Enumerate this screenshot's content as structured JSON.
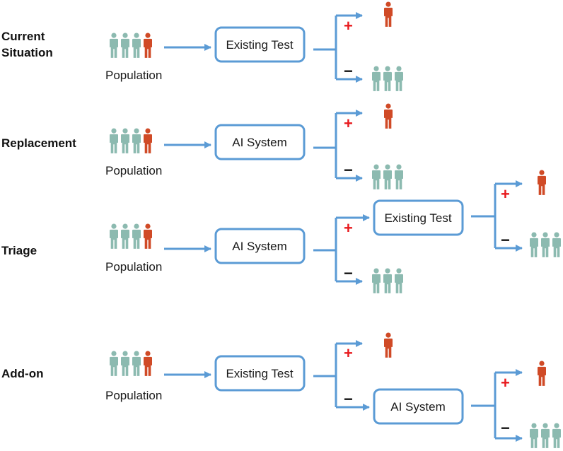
{
  "colors": {
    "arrow": "#5b9bd5",
    "box_stroke": "#5b9bd5",
    "healthy_person": "#8cbab0",
    "diseased_person": "#d04a26",
    "plus_sign": "#e8191d",
    "minus_sign": "#111111"
  },
  "icons": {
    "person": "person-icon"
  },
  "rows": [
    {
      "label_lines": [
        "Current",
        "Situation"
      ],
      "population_label": "Population",
      "first_box": "Existing Test",
      "second_box": ""
    },
    {
      "label_lines": [
        "Replacement"
      ],
      "population_label": "Population",
      "first_box": "AI System",
      "second_box": ""
    },
    {
      "label_lines": [
        "Triage"
      ],
      "population_label": "Population",
      "first_box": "AI System",
      "second_box": "Existing Test"
    },
    {
      "label_lines": [
        "Add-on"
      ],
      "population_label": "Population",
      "first_box": "Existing Test",
      "second_box": "AI System"
    }
  ],
  "signs": {
    "plus": "+",
    "minus": "−"
  }
}
